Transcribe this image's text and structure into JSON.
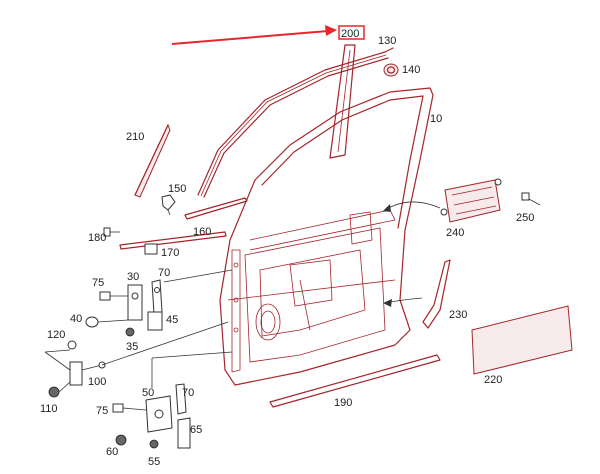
{
  "diagram": {
    "highlight_color": "#e8262b",
    "part_color": "#a4252b",
    "highlighted_part": "200",
    "callouts": [
      {
        "id": "c200",
        "text": "200"
      },
      {
        "id": "c130",
        "text": "130"
      },
      {
        "id": "c140",
        "text": "140"
      },
      {
        "id": "c10",
        "text": "10"
      },
      {
        "id": "c210",
        "text": "210"
      },
      {
        "id": "c150",
        "text": "150"
      },
      {
        "id": "c160",
        "text": "160"
      },
      {
        "id": "c180",
        "text": "180"
      },
      {
        "id": "c170",
        "text": "170"
      },
      {
        "id": "c75a",
        "text": "75"
      },
      {
        "id": "c30",
        "text": "30"
      },
      {
        "id": "c70a",
        "text": "70"
      },
      {
        "id": "c40",
        "text": "40"
      },
      {
        "id": "c45",
        "text": "45"
      },
      {
        "id": "c35",
        "text": "35"
      },
      {
        "id": "c120",
        "text": "120"
      },
      {
        "id": "c100",
        "text": "100"
      },
      {
        "id": "c110",
        "text": "110"
      },
      {
        "id": "c50",
        "text": "50"
      },
      {
        "id": "c70b",
        "text": "70"
      },
      {
        "id": "c75b",
        "text": "75"
      },
      {
        "id": "c65",
        "text": "65"
      },
      {
        "id": "c60",
        "text": "60"
      },
      {
        "id": "c55",
        "text": "55"
      },
      {
        "id": "c240",
        "text": "240"
      },
      {
        "id": "c250",
        "text": "250"
      },
      {
        "id": "c230",
        "text": "230"
      },
      {
        "id": "c220",
        "text": "220"
      },
      {
        "id": "c190",
        "text": "190"
      }
    ]
  }
}
